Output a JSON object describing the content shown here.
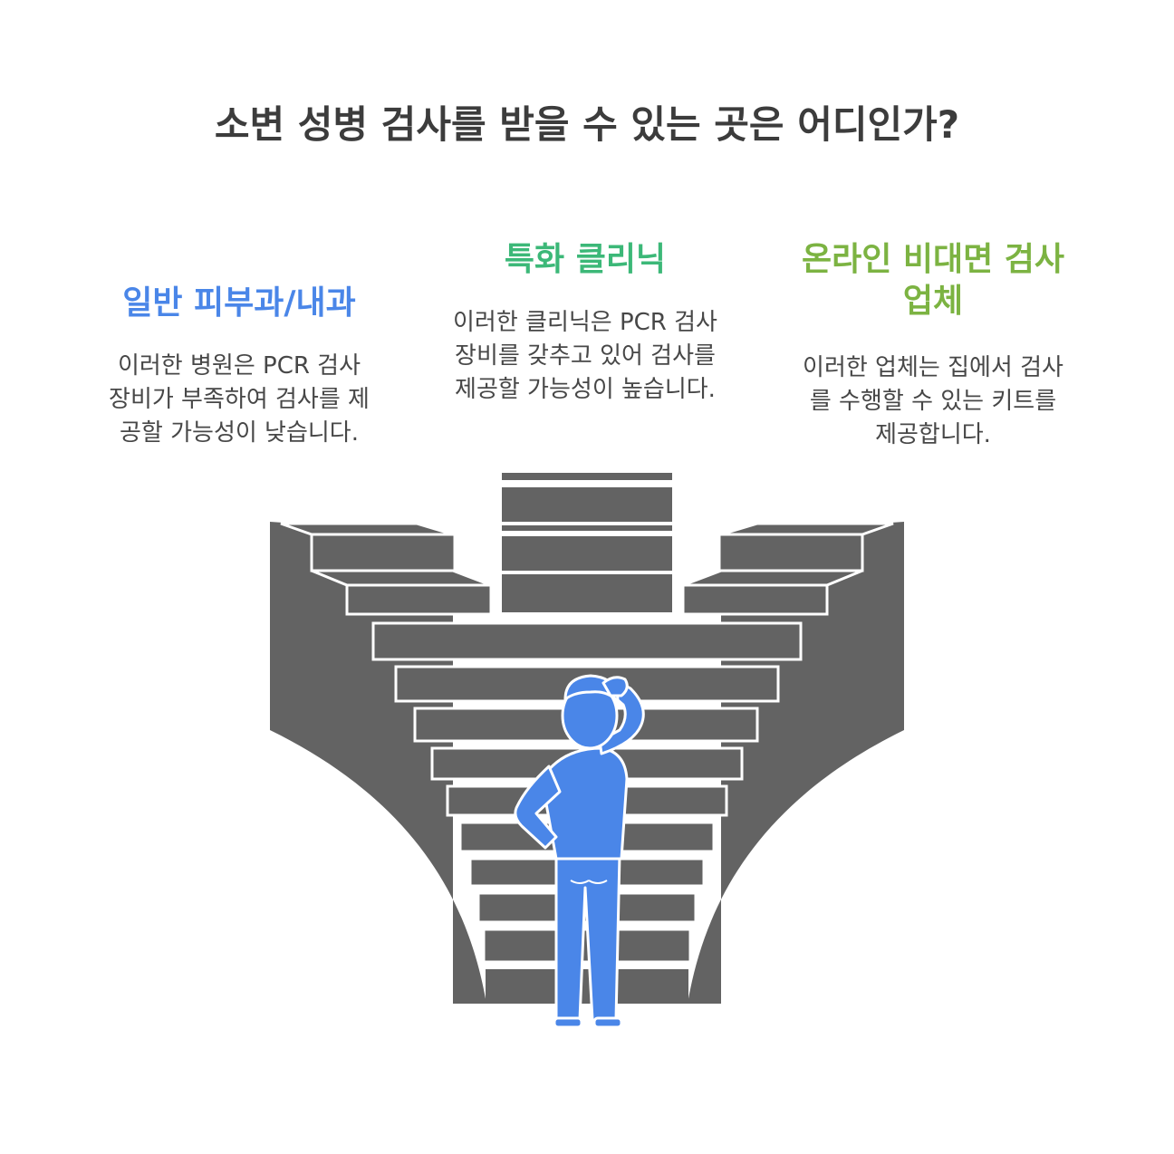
{
  "title": "소변 성병 검사를 받을 수 있는 곳은 어디인가?",
  "options": [
    {
      "heading_lines": [
        "일반 피부과/내과"
      ],
      "desc_lines": [
        "이러한 병원은 PCR 검사",
        "장비가 부족하여 검사를 제",
        "공할 가능성이 낮습니다."
      ],
      "color": "#4a86e8"
    },
    {
      "heading_lines": [
        "특화 클리닉"
      ],
      "desc_lines": [
        "이러한 클리닉은 PCR 검사",
        "장비를 갖추고 있어 검사를",
        "제공할 가능성이 높습니다."
      ],
      "color": "#3cb878"
    },
    {
      "heading_lines": [
        "온라인 비대면 검사",
        "업체"
      ],
      "desc_lines": [
        "이러한 업체는 집에서 검사",
        "를 수행할 수 있는 키트를",
        "제공합니다."
      ],
      "color": "#7cb342"
    }
  ],
  "colors": {
    "stairs": "#636363",
    "figure": "#4a86e8",
    "outline": "#ffffff"
  }
}
